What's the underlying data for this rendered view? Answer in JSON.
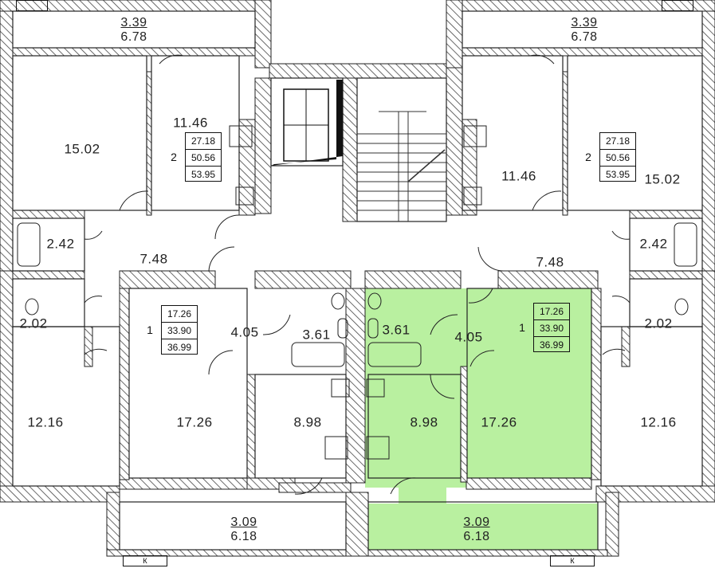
{
  "colors": {
    "highlight": "#b9f0a0",
    "wall": "#222222",
    "hatch": "#555555"
  },
  "balconies": [
    {
      "id": "top-left",
      "top": "3.39",
      "bottom": "6.78"
    },
    {
      "id": "top-right",
      "top": "3.39",
      "bottom": "6.78"
    },
    {
      "id": "bottom-left",
      "top": "3.09",
      "bottom": "6.18"
    },
    {
      "id": "bottom-right",
      "top": "3.09",
      "bottom": "6.18"
    }
  ],
  "rooms": [
    {
      "id": "tl-living",
      "label": "15.02"
    },
    {
      "id": "tl-kitchen",
      "label": "11.46"
    },
    {
      "id": "tl-bath",
      "label": "2.42"
    },
    {
      "id": "tl-hall",
      "label": "7.48"
    },
    {
      "id": "tr-living",
      "label": "15.02"
    },
    {
      "id": "tr-kitchen",
      "label": "11.46"
    },
    {
      "id": "tr-bath",
      "label": "2.42"
    },
    {
      "id": "tr-hall",
      "label": "7.48"
    },
    {
      "id": "bl-wc",
      "label": "2.02"
    },
    {
      "id": "bl-room",
      "label": "12.16"
    },
    {
      "id": "bl-living",
      "label": "17.26"
    },
    {
      "id": "bl-hall",
      "label": "4.05"
    },
    {
      "id": "bl-bath",
      "label": "3.61"
    },
    {
      "id": "bl-kitchen",
      "label": "8.98"
    },
    {
      "id": "br-bath",
      "label": "3.61"
    },
    {
      "id": "br-hall",
      "label": "4.05"
    },
    {
      "id": "br-kitchen",
      "label": "8.98"
    },
    {
      "id": "br-living",
      "label": "17.26"
    },
    {
      "id": "br-wc",
      "label": "2.02"
    },
    {
      "id": "br-room",
      "label": "12.16"
    }
  ],
  "apartments": [
    {
      "id": "apt-tl",
      "rooms": "2",
      "living": "27.18",
      "total": "50.56",
      "gross": "53.95"
    },
    {
      "id": "apt-tr",
      "rooms": "2",
      "living": "27.18",
      "total": "50.56",
      "gross": "53.95"
    },
    {
      "id": "apt-bl",
      "rooms": "1",
      "living": "17.26",
      "total": "33.90",
      "gross": "36.99"
    },
    {
      "id": "apt-br",
      "rooms": "1",
      "living": "17.26",
      "total": "33.90",
      "gross": "36.99"
    }
  ],
  "marks": {
    "left": "К",
    "right": "К"
  }
}
